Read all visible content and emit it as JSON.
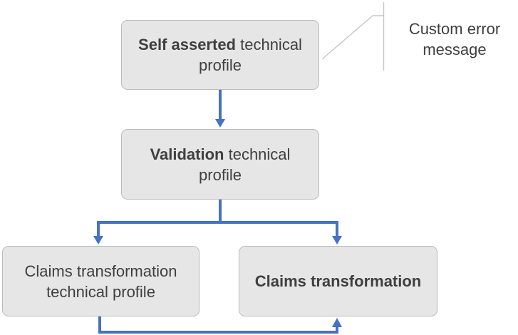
{
  "colors": {
    "arrow": "#4472c4",
    "node_fill": "#e7e6e6",
    "node_border": "#bdbaba",
    "node_text": "#3f3f3f",
    "callout_line": "#c6c6c6",
    "canvas_bg": "#ffffff"
  },
  "nodes": {
    "self_asserted": {
      "bold": "Self asserted",
      "rest": " technical profile"
    },
    "validation": {
      "bold": "Validation",
      "rest": " technical profile"
    },
    "claims_transformation_technical_profile": {
      "bold": "",
      "rest": "Claims transformation technical profile"
    },
    "claims_transformation": {
      "bold": "Claims transformation",
      "rest": ""
    }
  },
  "callout": {
    "label": "Custom error message",
    "attached_to": "Self asserted technical profile"
  },
  "edges": [
    {
      "from": "Self asserted technical profile",
      "to": "Validation technical profile",
      "style": "arrow"
    },
    {
      "from": "Validation technical profile",
      "to": "Claims transformation technical profile",
      "style": "arrow"
    },
    {
      "from": "Validation technical profile",
      "to": "Claims transformation",
      "style": "arrow"
    },
    {
      "from": "Claims transformation technical profile",
      "to": "Claims transformation",
      "style": "arrow"
    }
  ]
}
